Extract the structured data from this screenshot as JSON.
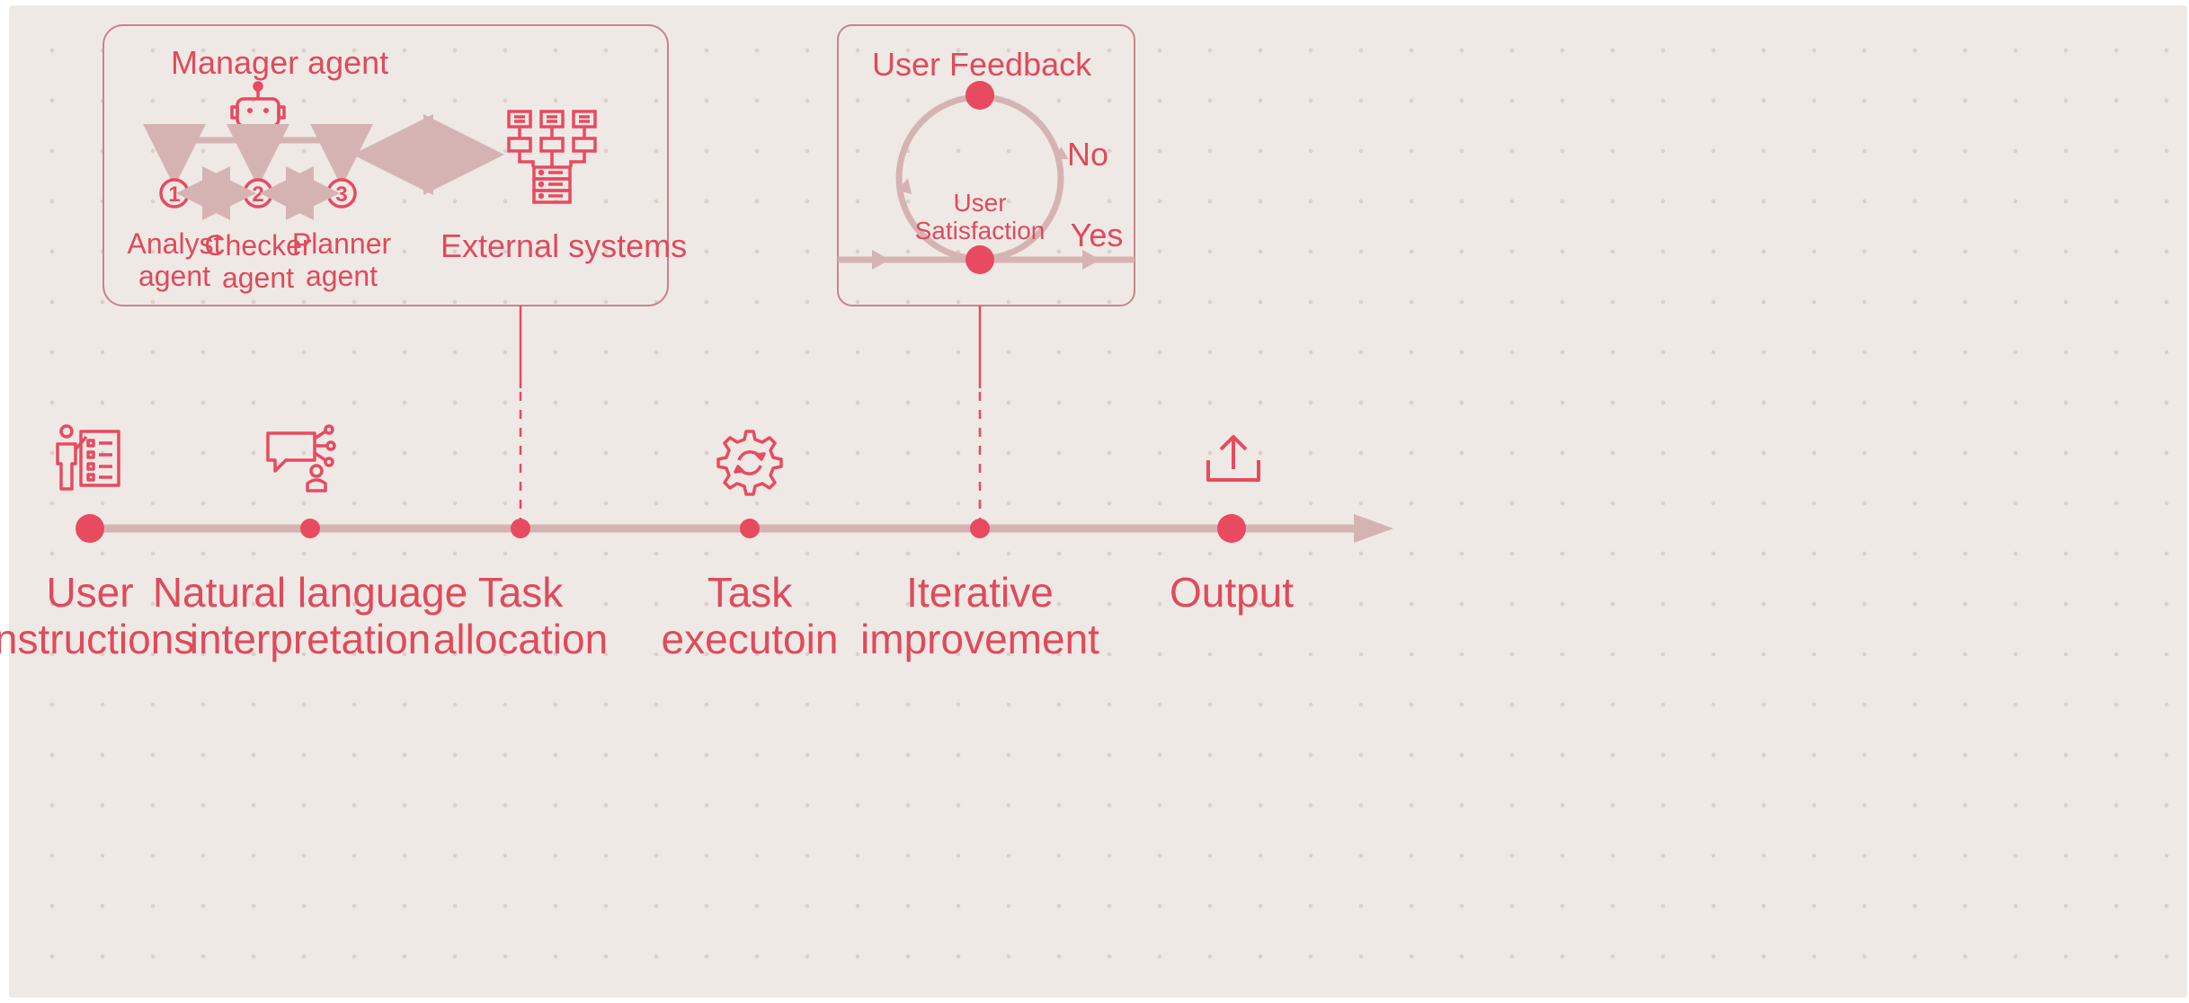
{
  "colors": {
    "accent": "#e84a5f",
    "muted": "#d6b3b3",
    "box_border": "#c9848c",
    "background": "#efe9e6"
  },
  "manager_box": {
    "title": "Manager agent",
    "agents": [
      {
        "num": "1",
        "label_l1": "Analyst",
        "label_l2": "agent"
      },
      {
        "num": "2",
        "label_l1": "Checker",
        "label_l2": "agent"
      },
      {
        "num": "3",
        "label_l1": "Planner",
        "label_l2": "agent"
      }
    ],
    "external_label": "External systems",
    "icons": [
      "robot-icon",
      "servers-icon"
    ]
  },
  "feedback_box": {
    "title": "User Feedback",
    "center_l1": "User",
    "center_l2": "Satisfaction",
    "no_label": "No",
    "yes_label": "Yes"
  },
  "timeline": {
    "stages": [
      {
        "l1": "User",
        "l2": "instructions",
        "icon": "presentation-checklist-icon"
      },
      {
        "l1": "Natural language",
        "l2": "interpretation",
        "icon": "chat-network-user-icon"
      },
      {
        "l1": "Task",
        "l2": "allocation",
        "icon": ""
      },
      {
        "l1": "Task",
        "l2": "executoin",
        "icon": "gear-sync-icon"
      },
      {
        "l1": "Iterative",
        "l2": "improvement",
        "icon": ""
      },
      {
        "l1": "Output",
        "l2": "",
        "icon": "upload-tray-icon"
      }
    ]
  }
}
